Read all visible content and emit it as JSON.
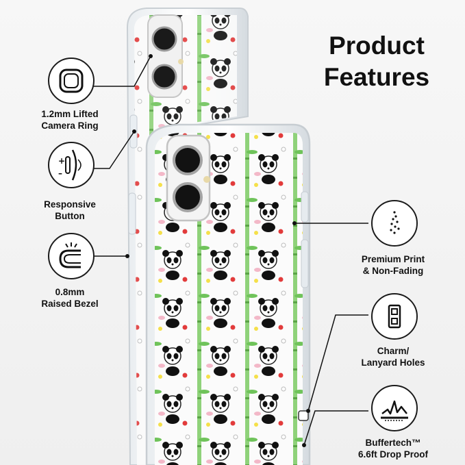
{
  "title": {
    "line1": "Product",
    "line2": "Features"
  },
  "features": {
    "camera_ring": {
      "line1": "1.2mm Lifted",
      "line2": "Camera Ring"
    },
    "responsive_button": {
      "line1": "Responsive",
      "line2": "Button"
    },
    "raised_bezel": {
      "line1": "0.8mm",
      "line2": "Raised Bezel"
    },
    "premium_print": {
      "line1": "Premium Print",
      "line2": "& Non-Fading"
    },
    "lanyard_holes": {
      "line1": "Charm/",
      "line2": "Lanyard Holes"
    },
    "buffertech": {
      "line1": "Buffertech™",
      "line2": "6.6ft Drop Proof"
    }
  },
  "colors": {
    "text": "#111111",
    "case_edge": "#d8dde2",
    "bamboo": "#6fc35a",
    "accent_pink": "#f3b8c8"
  }
}
